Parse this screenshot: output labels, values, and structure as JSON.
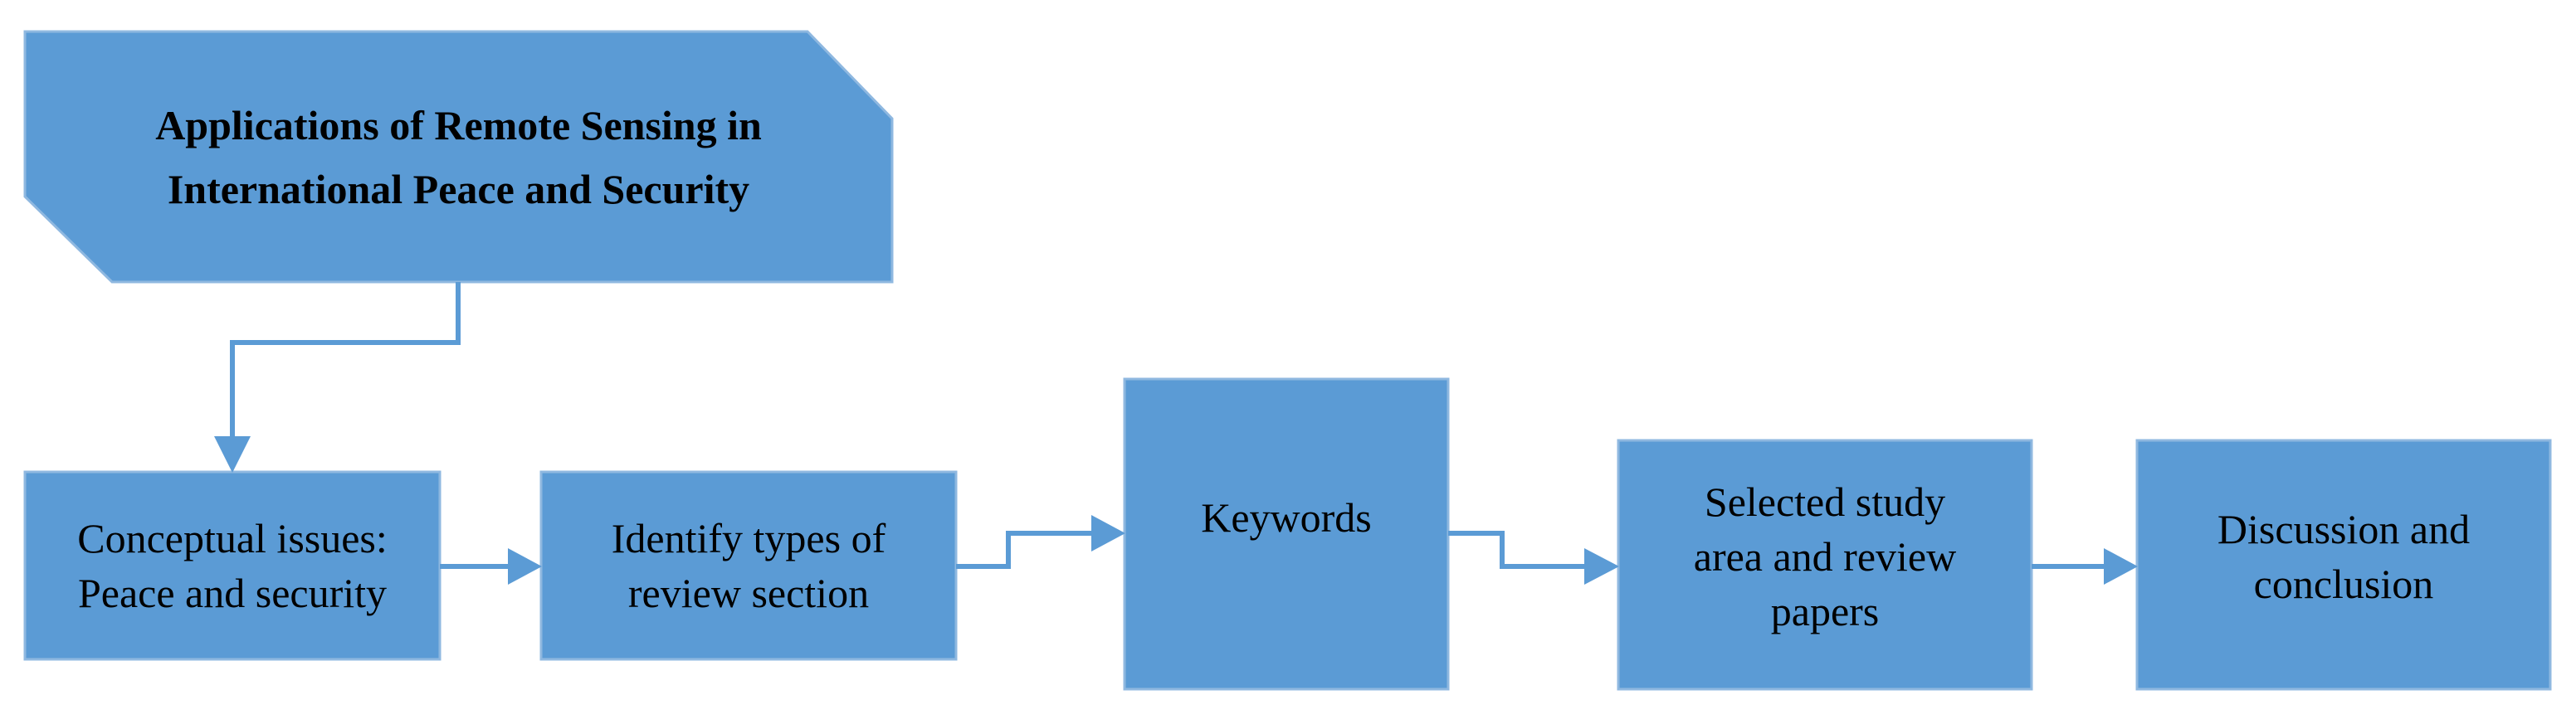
{
  "diagram": {
    "title_node": {
      "label": "Applications of Remote Sensing in\nInternational Peace and Security"
    },
    "steps": [
      {
        "id": "conceptual-issues",
        "label": "Conceptual issues:\nPeace and security"
      },
      {
        "id": "identify-types",
        "label": "Identify types of\nreview section"
      },
      {
        "id": "keywords",
        "label": "Keywords"
      },
      {
        "id": "selected-study",
        "label": "Selected study\narea and review\npapers"
      },
      {
        "id": "discussion",
        "label": "Discussion  and\nconclusion"
      }
    ],
    "colors": {
      "box_fill": "#5b9bd5",
      "box_stroke": "#8fb8e0",
      "connector": "#5b9bd5",
      "text": "#000000"
    }
  }
}
